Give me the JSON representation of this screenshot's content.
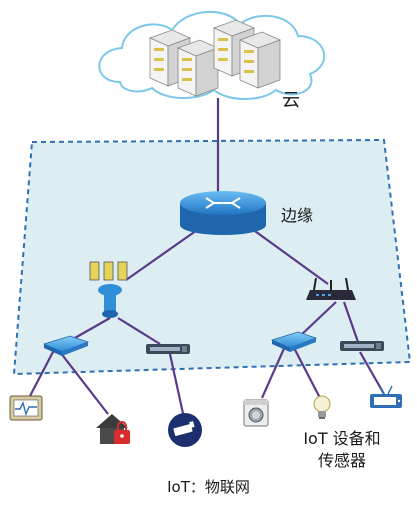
{
  "cloud": {
    "label": "云"
  },
  "edge": {
    "label": "边缘"
  },
  "iot_devices": {
    "line1": "IoT 设备和",
    "line2": "传感器"
  },
  "caption": "IoT：物联网",
  "colors": {
    "zone_fill": "#dceef1",
    "zone_border": "#2f6fb5",
    "link": "#5b3a8c",
    "router": "#2f8fd8",
    "switch": "#3aa0e0",
    "cloud_outline": "#7cc7ea"
  }
}
